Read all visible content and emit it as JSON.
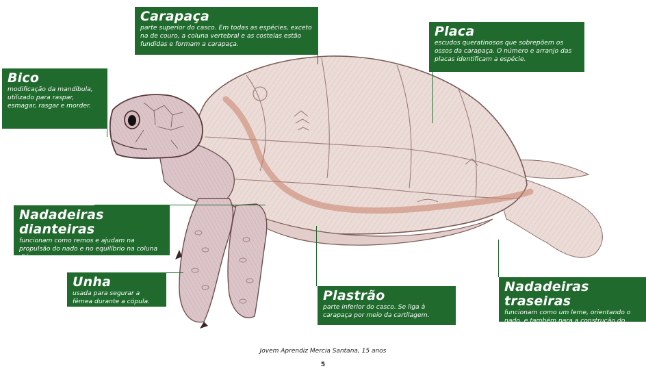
{
  "labels": {
    "carapaca": {
      "title": "Carapaça",
      "desc": "parte superior do casco. Em todas as espécies, exceto na de couro, a coluna vertebral e as costelas estão fundidas e formam a carapaça."
    },
    "placa": {
      "title": "Placa",
      "desc": "escudos queratinosos que sobrepõem os ossos da carapaça. O número e arranjo das placas identificam a espécie."
    },
    "bico": {
      "title": "Bico",
      "desc": "modificação da mandíbula, utilizado para raspar, esmagar, rasgar e morder."
    },
    "nadadeiras_dianteiras": {
      "title": "Nadadeiras dianteiras",
      "desc": "funcionam como remos e ajudam na propulsão do nado e no equilíbrio na coluna d'água."
    },
    "unha": {
      "title": "Unha",
      "desc": "usada para segurar a fêmea durante a cópula."
    },
    "plastrao": {
      "title": "Plastrão",
      "desc": "parte inferior do casco. Se liga à carapaça por meio da cartilagem."
    },
    "nadadeiras_traseiras": {
      "title": "Nadadeiras traseiras",
      "desc": "funcionam como um leme, orientando o nado, e também para a construção do ninho na praia."
    }
  },
  "credit": "Jovem Aprendiz Mercia Santana,  15 anos",
  "page_number": "5",
  "colors": {
    "label_bg": "#1f6a2c",
    "shell_fill": "#ead9d6",
    "skin_fill": "#d9c2c6",
    "outline": "#5a3a3a",
    "spine": "#c8826a"
  }
}
